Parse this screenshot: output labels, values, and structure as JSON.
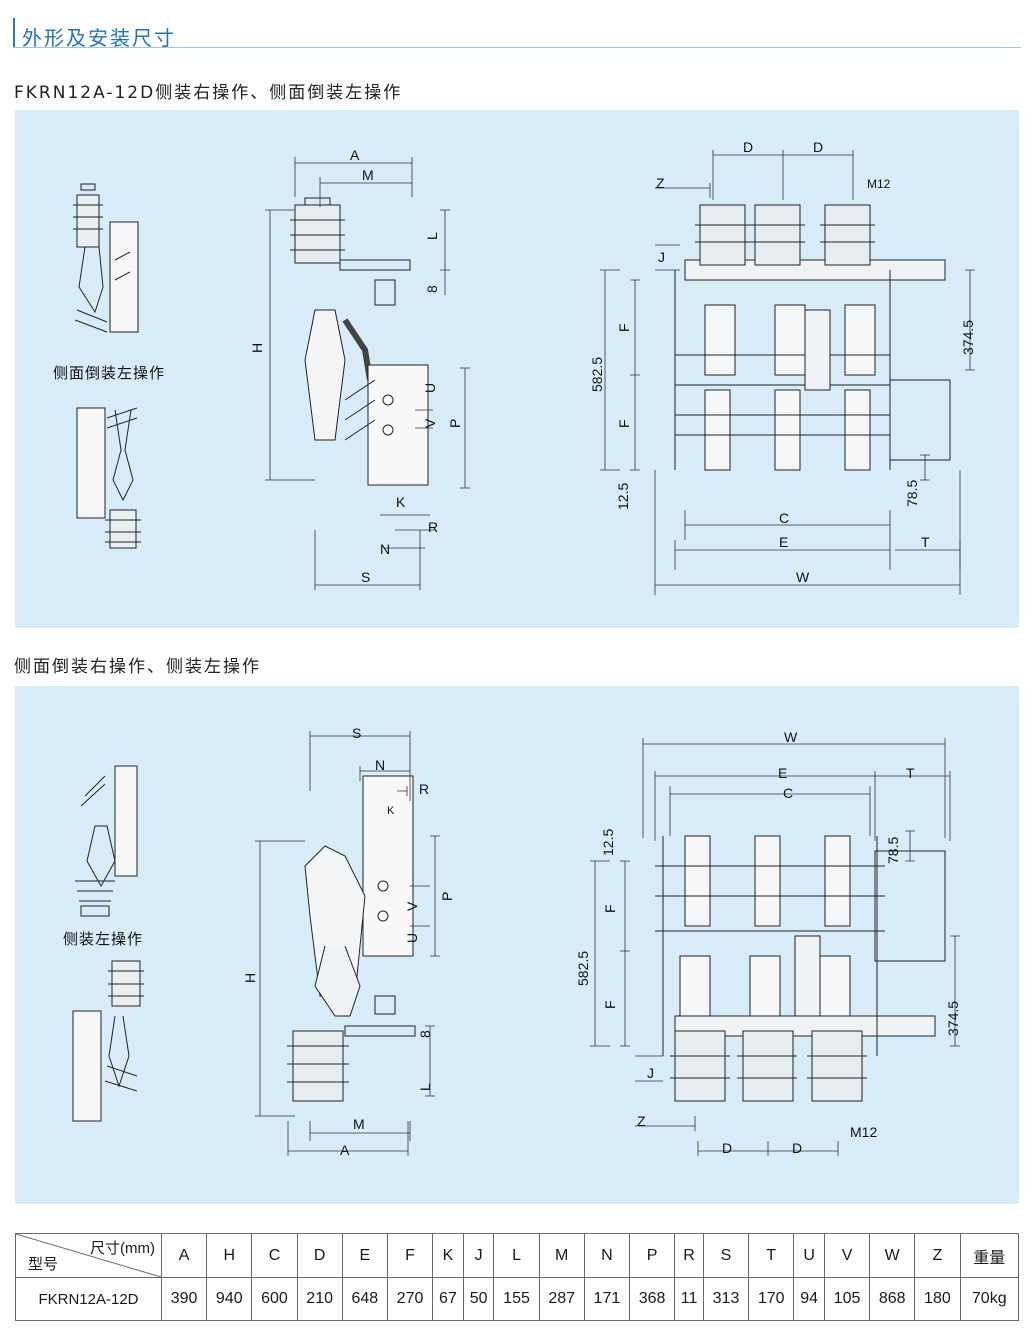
{
  "header": {
    "title": "外形及安装尺寸"
  },
  "section1": {
    "title": "FKRN12A-12D侧装右操作、侧面倒装左操作",
    "small_caption": "侧面倒装左操作"
  },
  "section2": {
    "title": "侧面倒装右操作、侧装左操作",
    "small_caption": "侧装左操作"
  },
  "dims": {
    "A": "A",
    "M": "M",
    "L": "L",
    "eight": "8",
    "H": "H",
    "U": "U",
    "V": "V",
    "P": "P",
    "K": "K",
    "R": "R",
    "N": "N",
    "S": "S",
    "D": "D",
    "Z": "Z",
    "M12": "M12",
    "J": "J",
    "F": "F",
    "v582": "582.5",
    "v374": "374.5",
    "v125": "12.5",
    "v785": "78.5",
    "C": "C",
    "E": "E",
    "T": "T",
    "W": "W"
  },
  "table": {
    "corner_top": "尺寸(mm)",
    "corner_bottom": "型号",
    "headers": [
      "A",
      "H",
      "C",
      "D",
      "E",
      "F",
      "K",
      "J",
      "L",
      "M",
      "N",
      "P",
      "R",
      "S",
      "T",
      "U",
      "V",
      "W",
      "Z",
      "重量"
    ],
    "rows": [
      {
        "model": "FKRN12A-12D",
        "values": [
          "390",
          "940",
          "600",
          "210",
          "648",
          "270",
          "67",
          "50",
          "155",
          "287",
          "171",
          "368",
          "11",
          "313",
          "170",
          "94",
          "105",
          "868",
          "180",
          "70kg"
        ]
      }
    ]
  }
}
